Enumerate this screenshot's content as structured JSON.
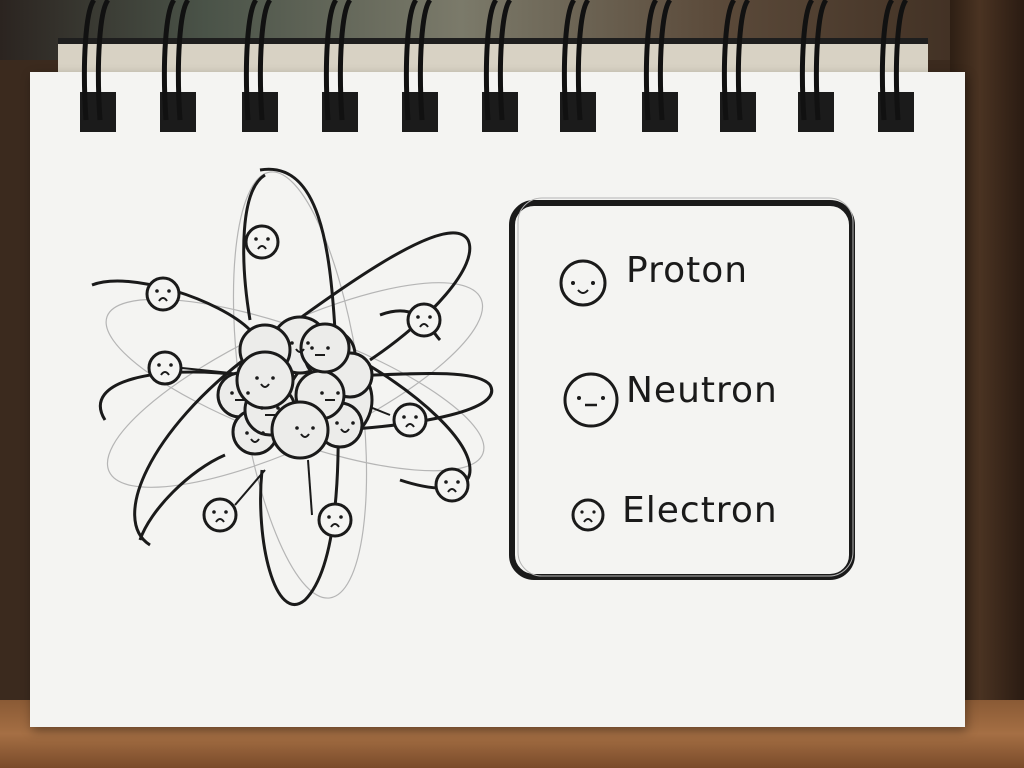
{
  "legend": {
    "items": [
      {
        "label": "Proton"
      },
      {
        "label": "Neutron"
      },
      {
        "label": "Electron"
      }
    ]
  },
  "colors": {
    "ink": "#1a1a1a",
    "paper": "#f4f4f2",
    "pencil": "#9a9a9a"
  }
}
